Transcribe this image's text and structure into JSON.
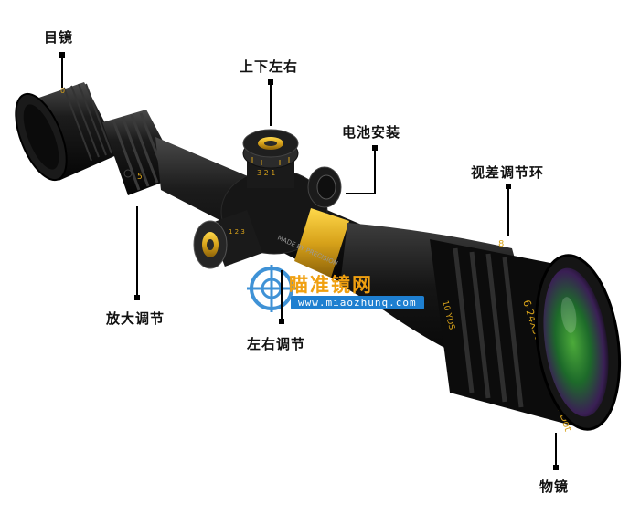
{
  "labels": {
    "eyepiece": "目镜",
    "elevation": "上下左右",
    "battery": "电池安装",
    "parallax": "视差调节环",
    "magnification": "放大调节",
    "windage": "左右调节",
    "objective": "物镜"
  },
  "watermark": {
    "name": "瞄准镜网",
    "url": "www.miaozhunq.com"
  },
  "scope_markings": {
    "model": "6-24X50 Red/Green Mil-Dot",
    "parallax_marks": "10 YDS"
  },
  "colors": {
    "accent_gold": "#d7a21a",
    "body_black": "#141414",
    "watermark_orange": "#f0a010",
    "watermark_blue": "#1e7fd0"
  }
}
